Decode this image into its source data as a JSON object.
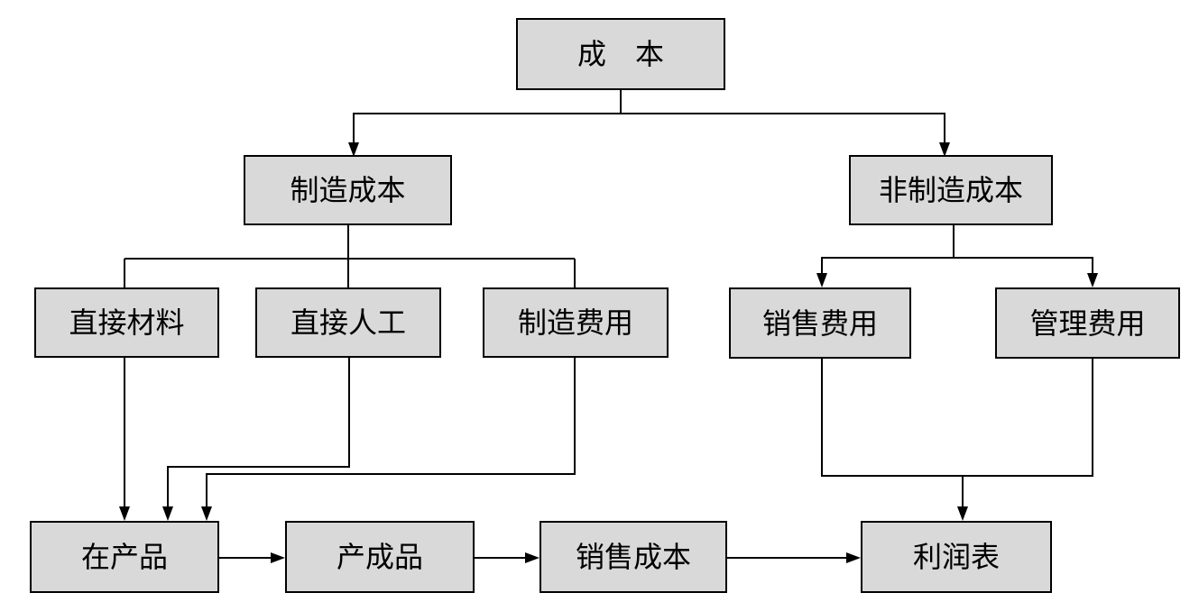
{
  "nodes": {
    "cost": "成　本",
    "manufacturing_cost": "制造成本",
    "non_manufacturing_cost": "非制造成本",
    "direct_materials": "直接材料",
    "direct_labor": "直接人工",
    "manufacturing_overhead": "制造费用",
    "selling_expenses": "销售费用",
    "administrative_expenses": "管理费用",
    "work_in_process": "在产品",
    "finished_goods": "产成品",
    "cost_of_sales": "销售成本",
    "income_statement": "利润表"
  },
  "colors": {
    "box_fill": "#d9d9d9",
    "line": "#000000"
  }
}
